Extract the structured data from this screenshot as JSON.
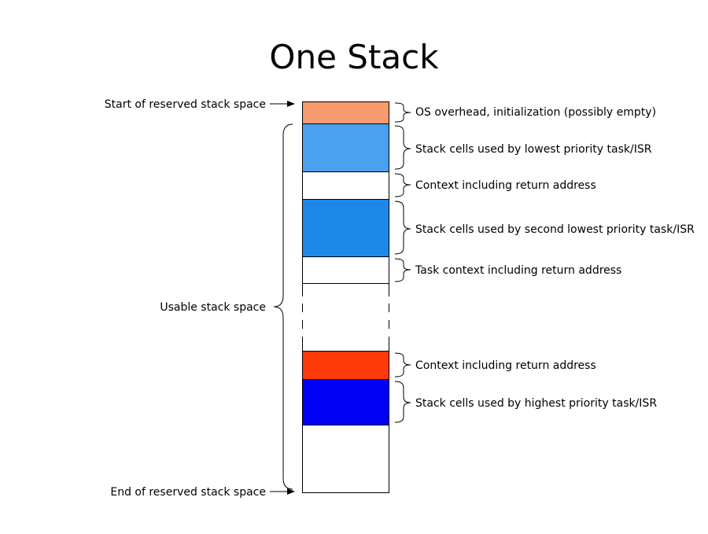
{
  "title": "One Stack",
  "labels": {
    "start": "Start of reserved stack space",
    "usable": "Usable stack space",
    "end": "End of reserved stack space"
  },
  "segments": [
    {
      "id": "os-overhead",
      "label": "OS overhead, initialization (possibly empty)",
      "color": "#f79a6e"
    },
    {
      "id": "lowest-task",
      "label": "Stack cells used by lowest priority task/ISR",
      "color": "#4ca0f0"
    },
    {
      "id": "context-1",
      "label": "Context including return address",
      "color": "#ffffff"
    },
    {
      "id": "second-lowest-task",
      "label": "Stack cells used by second lowest priority task/ISR",
      "color": "#1e88e8"
    },
    {
      "id": "task-context",
      "label": "Task context including return address",
      "color": "#ffffff"
    },
    {
      "id": "context-2",
      "label": "Context including return address",
      "color": "#ff3a0a"
    },
    {
      "id": "highest-task",
      "label": "Stack cells used by highest priority task/ISR",
      "color": "#0000f5"
    }
  ]
}
